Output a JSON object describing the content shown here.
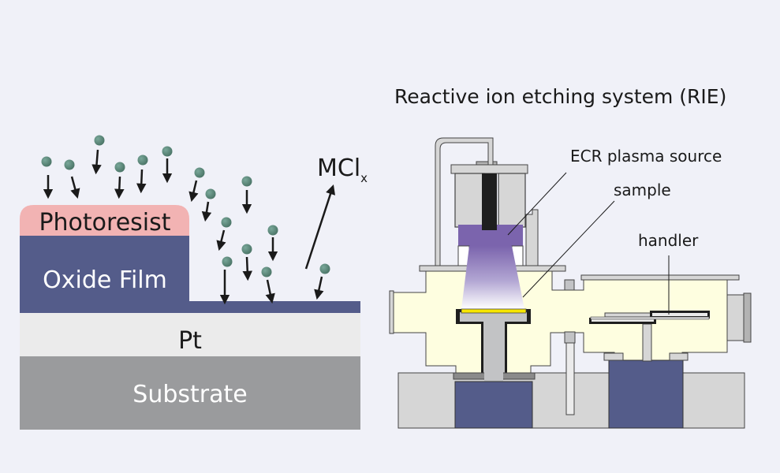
{
  "left_diagram": {
    "name": "Etching cross-section",
    "layers": {
      "photoresist": {
        "label": "Photoresist",
        "color": "#f2b3b3",
        "text_color": "#1a1a1a"
      },
      "oxide_film": {
        "label": "Oxide Film",
        "color": "#545c8a",
        "text_color": "#ffffff"
      },
      "pt": {
        "label": "Pt",
        "color": "#ebebeb",
        "text_color": "#1a1a1a"
      },
      "substrate": {
        "label": "Substrate",
        "color": "#9a9b9d",
        "text_color": "#ffffff"
      }
    },
    "ion_color": "#5a8a7c",
    "arrow_color": "#1a1a1a",
    "product_label": "MCl",
    "product_subscript": "x"
  },
  "right_diagram": {
    "title": "Reactive ion etching system (RIE)",
    "labels": {
      "ecr_source": "ECR plasma source",
      "sample": "sample",
      "handler": "handler"
    },
    "colors": {
      "chamber": "#fefee0",
      "plasma": "#7b64ad",
      "sample": "#f7e600",
      "metal_light": "#d6d6d6",
      "metal_mid": "#c2c3c5",
      "metal_dark": "#8a8a8a",
      "base": "#545c8a",
      "outline": "#222222"
    }
  }
}
